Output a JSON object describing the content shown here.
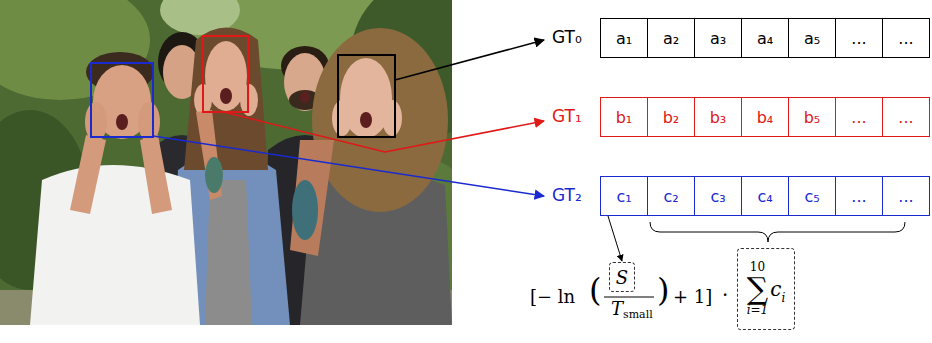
{
  "diagram": {
    "nodes": [
      {
        "text": [
          "a₁"
        ]
      },
      {
        "text": [
          "a₂"
        ]
      },
      {
        "text": [
          "a₃"
        ]
      },
      {
        "text": [
          "a₄"
        ]
      },
      {
        "text": [
          "a₅"
        ]
      },
      {
        "text": [
          "..."
        ]
      },
      {
        "text": [
          "..."
        ]
      },
      {
        "text": [
          "b₁"
        ]
      },
      {
        "text": [
          "b₂"
        ]
      },
      {
        "text": [
          "b₃"
        ]
      },
      {
        "text": [
          "b₄"
        ]
      },
      {
        "text": [
          "b₅"
        ]
      },
      {
        "text": [
          "..."
        ]
      },
      {
        "text": [
          "..."
        ]
      },
      {
        "text": [
          "c₁"
        ]
      },
      {
        "text": [
          "c₂"
        ]
      },
      {
        "text": [
          "c₃"
        ]
      },
      {
        "text": [
          "c₄"
        ]
      },
      {
        "text": [
          "c₅"
        ]
      },
      {
        "text": [
          "..."
        ]
      },
      {
        "text": [
          "..."
        ]
      },
      {
        "text": [
          "S"
        ]
      },
      {
        "text": [
          "10",
          "∑",
          "i=1",
          "c",
          "i"
        ]
      }
    ],
    "edges": [
      {
        "from": 14,
        "to": 21,
        "arrow": "to"
      }
    ],
    "labels": [
      "GT₀",
      "GT₁",
      "GT₂",
      "[− ln",
      "(",
      "T",
      "small",
      ")",
      "+ 1]",
      "·"
    ]
  }
}
